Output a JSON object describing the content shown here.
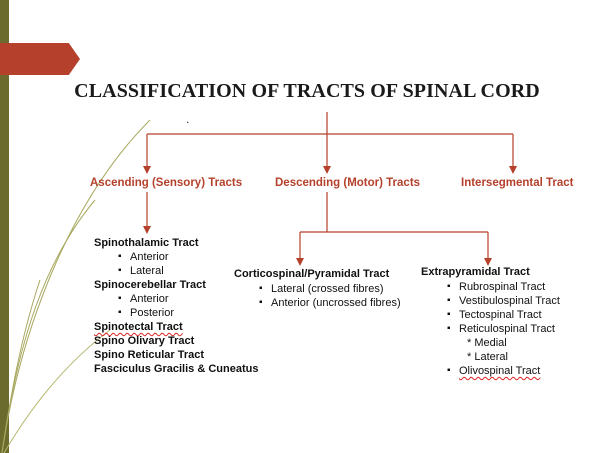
{
  "title": "CLASSIFICATION OF TRACTS OF SPINAL CORD",
  "dot": ".",
  "colors": {
    "accent": "#b5412c",
    "sidebar": "#6b6b2e",
    "text": "#111111"
  },
  "categories": [
    {
      "label": "Ascending (Sensory) Tracts"
    },
    {
      "label": "Descending (Motor) Tracts"
    },
    {
      "label": "Intersegmental Tract"
    }
  ],
  "ascending": {
    "spinothalamic": {
      "label": "Spinothalamic Tract",
      "items": [
        "Anterior",
        "Lateral"
      ]
    },
    "spinocerebellar": {
      "label": "Spinocerebellar Tract",
      "items": [
        "Anterior",
        "Posterior"
      ]
    },
    "spinotectal": "Spinotectal Tract",
    "spino_olivary": "Spino Olivary Tract",
    "spino_reticular": "Spino Reticular Tract",
    "fasciculus": "Fasciculus Gracilis & Cuneatus"
  },
  "descending": {
    "corticospinal": {
      "label": "Corticospinal/Pyramidal Tract",
      "items": [
        "Lateral (crossed fibres)",
        "Anterior (uncrossed fibres)"
      ]
    },
    "extrapyramidal": {
      "label": "Extrapyramidal Tract",
      "items": [
        "Rubrospinal Tract",
        "Vestibulospinal Tract",
        "Tectospinal Tract",
        "Reticulospinal Tract"
      ],
      "reticulo_subs": [
        "* Medial",
        "* Lateral"
      ],
      "last": "Olivospinal Tract"
    }
  }
}
